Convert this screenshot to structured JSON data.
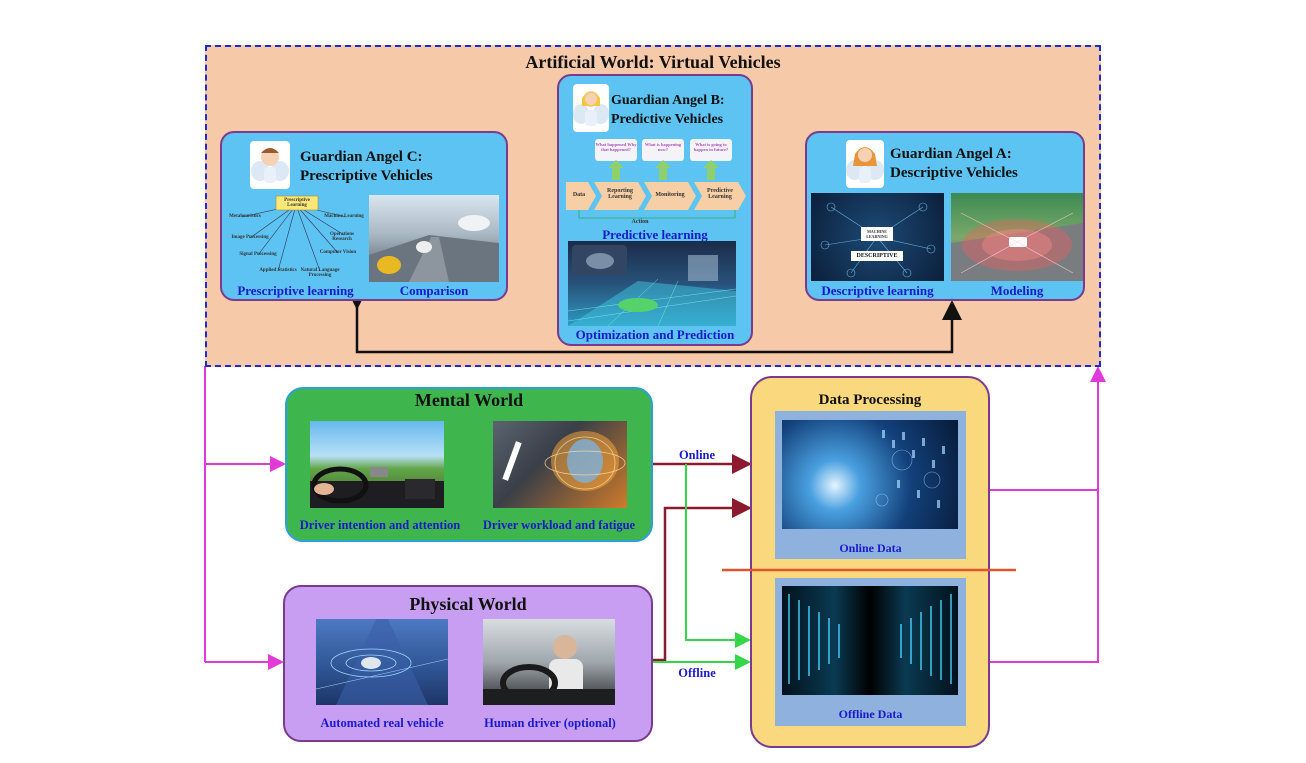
{
  "artificial_world": {
    "title": "Artificial World: Virtual Vehicles",
    "angel_c": {
      "title_line1": "Guardian Angel C:",
      "title_line2": "Prescriptive Vehicles",
      "label_left": "Prescriptive learning",
      "label_right": "Comparison",
      "mindmap_center": "Prescriptive Learning",
      "mindmap_nodes": [
        "Metaheuristics",
        "Image Processing",
        "Signal Processing",
        "Applied Statistics",
        "Natural Language Processing",
        "Computer Vision",
        "Operations Research",
        "Machine Learning"
      ]
    },
    "angel_b": {
      "title_line1": "Guardian Angel B:",
      "title_line2": "Predictive Vehicles",
      "questions": [
        "What happened Why that happened?",
        "What is happening now?",
        "What is going to happen in future?"
      ],
      "pipeline": [
        "Data",
        "Reporting Learning",
        "Monitoring",
        "Predictive Learning"
      ],
      "action": "Action",
      "label_mid": "Predictive learning",
      "label_bottom": "Optimization and Prediction"
    },
    "angel_a": {
      "title_line1": "Guardian Angel A:",
      "title_line2": "Descriptive Vehicles",
      "label_left": "Descriptive learning",
      "label_right": "Modeling",
      "screen_text_1": "MACHINE LEARNING",
      "screen_text_2": "DESCRIPTIVE"
    }
  },
  "mental_world": {
    "title": "Mental World",
    "label_left": "Driver intention and attention",
    "label_right": "Driver workload and fatigue"
  },
  "physical_world": {
    "title": "Physical World",
    "label_left": "Automated real vehicle",
    "label_right": "Human driver (optional)"
  },
  "data_processing": {
    "title": "Data Processing",
    "online_label": "Online Data",
    "offline_label": "Offline Data"
  },
  "flow_labels": {
    "online": "Online",
    "offline": "Offline"
  },
  "colors": {
    "magenta_link": "#e23ad6",
    "dark_red_link": "#8b1a2e",
    "green_link": "#35d64a",
    "divider_orange": "#e0542a",
    "dashed_border": "#1f2bd0",
    "label_blue": "#1a1acc"
  }
}
